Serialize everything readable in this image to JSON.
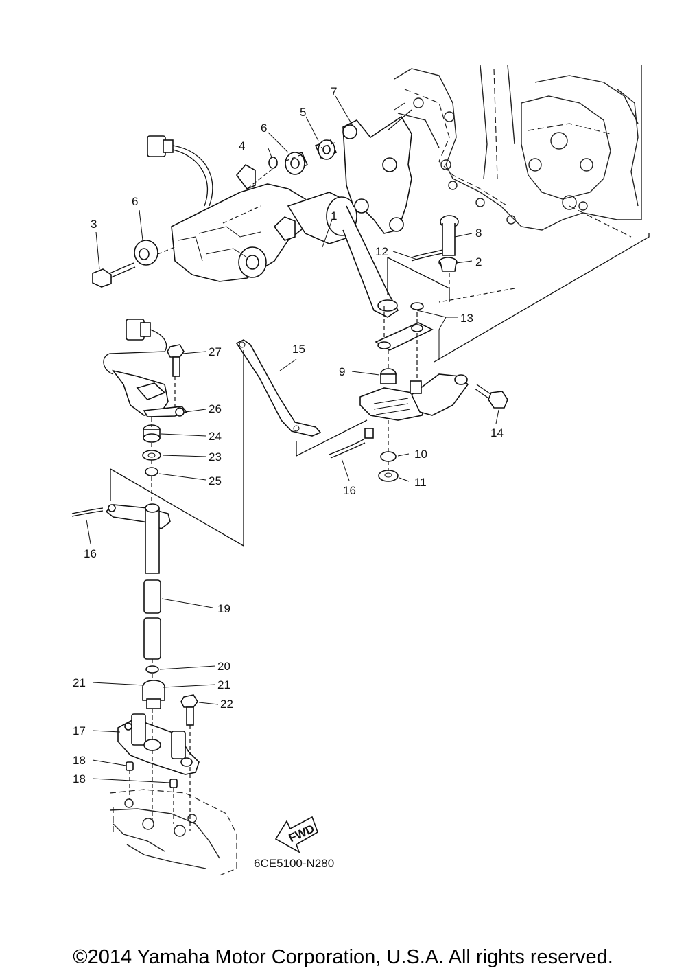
{
  "diagram_code": "6CE5100-N280",
  "fwd_label": "FWD",
  "copyright": "©2014 Yamaha Motor Corporation, U.S.A. All rights reserved.",
  "callouts": {
    "c1": "1",
    "c2": "2",
    "c3": "3",
    "c4": "4",
    "c5": "5",
    "c6a": "6",
    "c6b": "6",
    "c7": "7",
    "c8": "8",
    "c9": "9",
    "c10": "10",
    "c11": "11",
    "c12": "12",
    "c13": "13",
    "c14": "14",
    "c15": "15",
    "c16a": "16",
    "c16b": "16",
    "c17": "17",
    "c18a": "18",
    "c18b": "18",
    "c19": "19",
    "c20": "20",
    "c21a": "21",
    "c21b": "21",
    "c22": "22",
    "c23": "23",
    "c24": "24",
    "c25": "25",
    "c26": "26",
    "c27": "27"
  }
}
